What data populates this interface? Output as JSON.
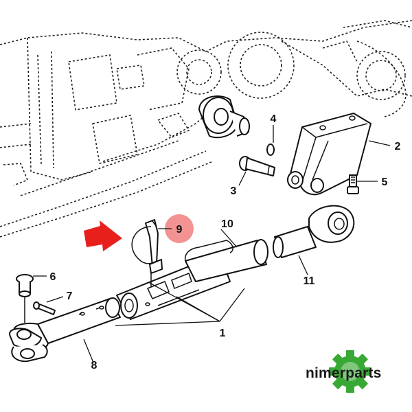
{
  "callouts": [
    {
      "id": "1",
      "label": "1"
    },
    {
      "id": "2",
      "label": "2"
    },
    {
      "id": "3",
      "label": "3"
    },
    {
      "id": "4",
      "label": "4"
    },
    {
      "id": "5",
      "label": "5"
    },
    {
      "id": "6",
      "label": "6"
    },
    {
      "id": "7",
      "label": "7"
    },
    {
      "id": "8",
      "label": "8"
    },
    {
      "id": "9",
      "label": "9"
    },
    {
      "id": "10",
      "label": "10"
    },
    {
      "id": "11",
      "label": "11"
    }
  ],
  "highlight": {
    "callout": "9",
    "color": "#f07a7a"
  },
  "arrow": {
    "color": "#e8201c"
  },
  "brand": {
    "name": "nimerparts",
    "gear_color": "#39a935"
  }
}
